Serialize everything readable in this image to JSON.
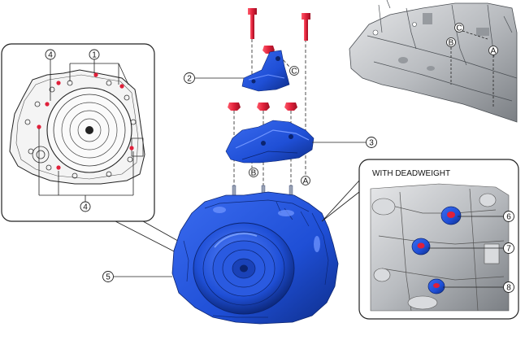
{
  "inset_right": {
    "title": "WITH DEADWEIGHT"
  },
  "callouts": {
    "c1": "1",
    "c2": "2",
    "c3": "3",
    "c4a": "4",
    "c4b": "4",
    "c5": "5",
    "c6": "6",
    "c7": "7",
    "c8": "8"
  },
  "letters": {
    "A_main": "A",
    "B_main": "B",
    "C_main": "C",
    "A_top": "A",
    "B_top": "B",
    "C_top": "C"
  },
  "colors": {
    "part_blue": "#1f4fd6",
    "part_blue_dark": "#0e2e8a",
    "bolt_red": "#e0203a",
    "gray_body": "#b9bcc0",
    "gray_dark": "#6e7277"
  }
}
